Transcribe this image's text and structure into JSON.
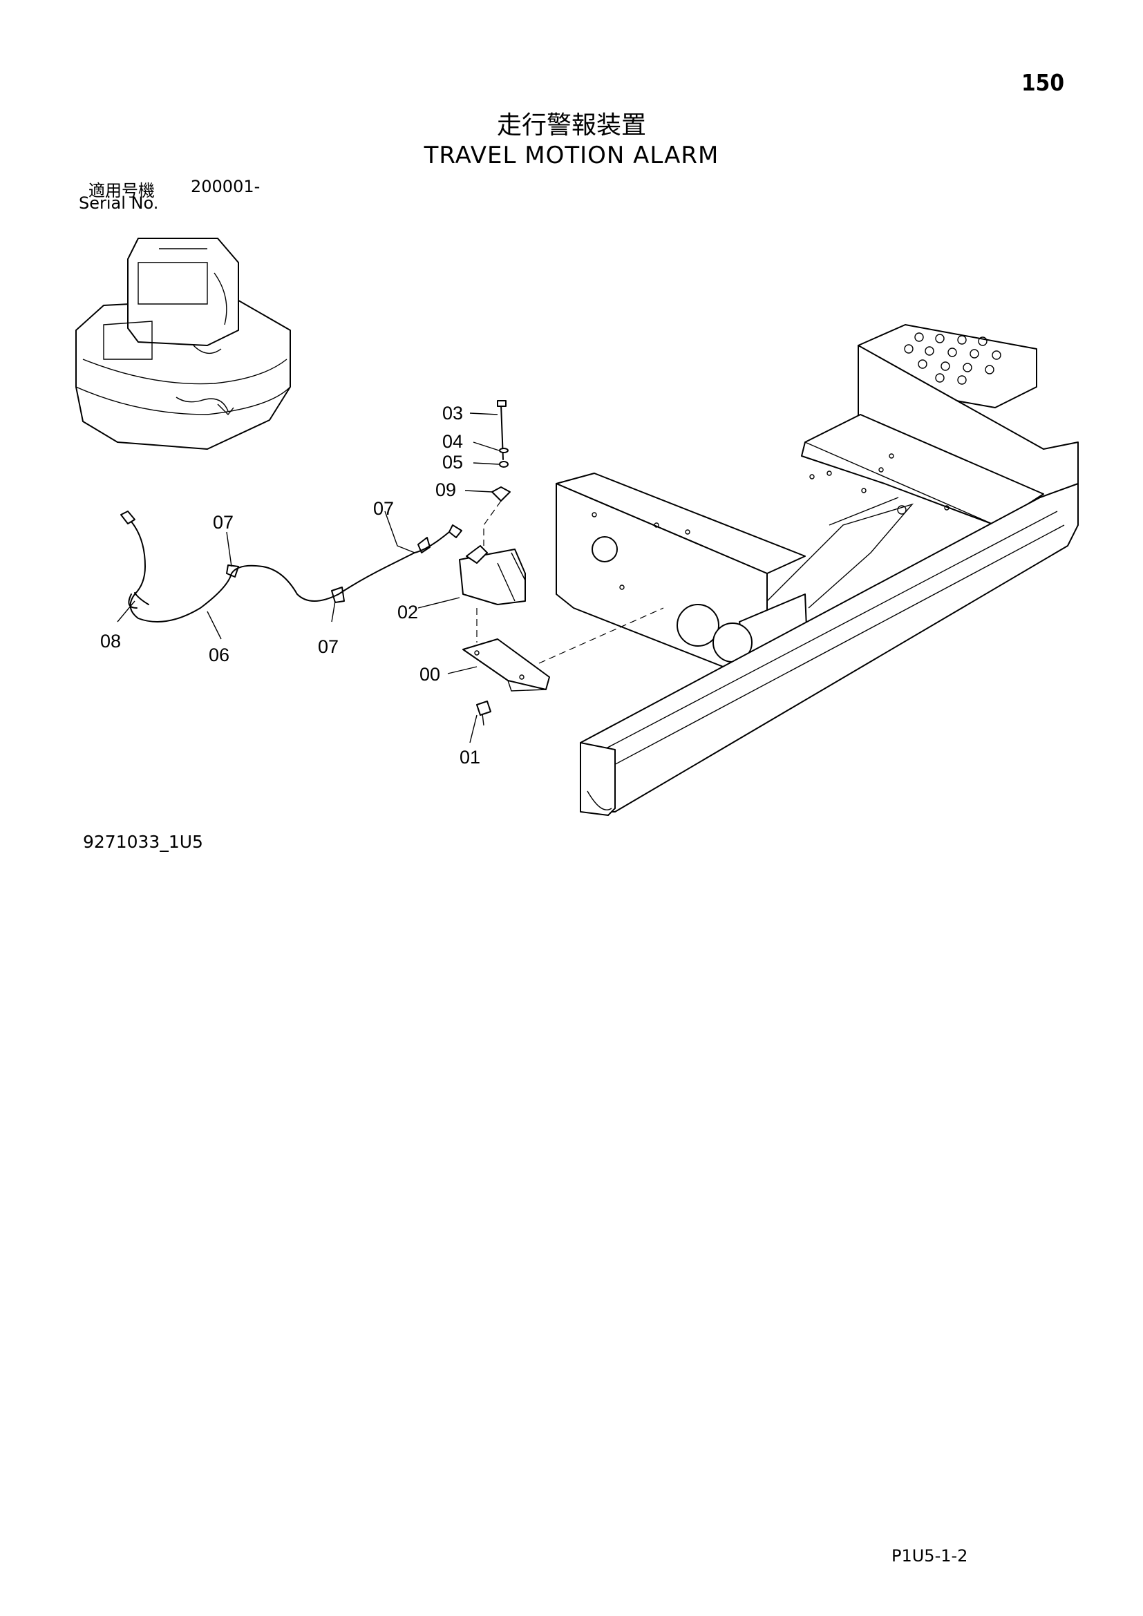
{
  "header": {
    "page_number": "150",
    "title_jp": "走行警報装置",
    "title_en": "TRAVEL MOTION ALARM",
    "serial_label_jp": "適用号機",
    "serial_value": "200001-",
    "serial_label_en": "Serial No."
  },
  "diagram": {
    "callouts": {
      "c03": "03",
      "c04": "04",
      "c05": "05",
      "c09": "09",
      "c07a": "07",
      "c07b": "07",
      "c07c": "07",
      "c02": "02",
      "c08": "08",
      "c06": "06",
      "c00": "00",
      "c01": "01"
    }
  },
  "footer": {
    "drawing_code": "9271033_1U5",
    "page_code": "P1U5-1-2"
  }
}
